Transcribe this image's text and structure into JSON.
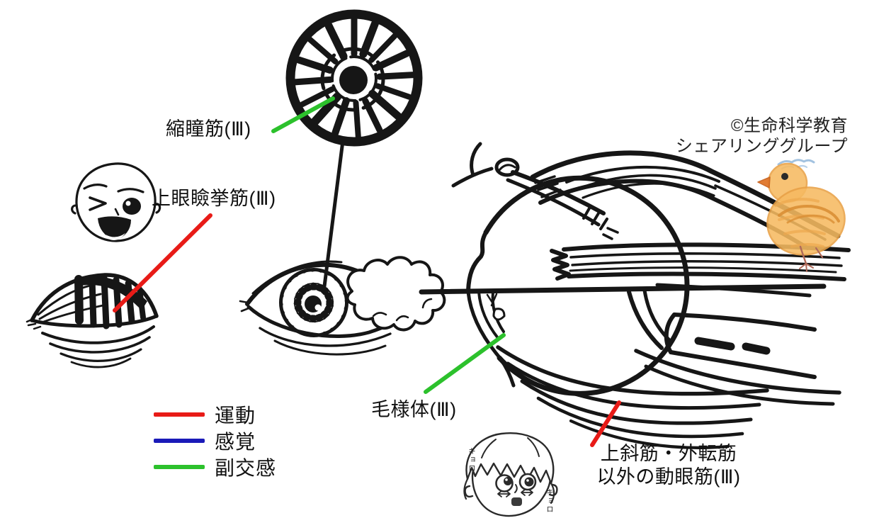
{
  "copyright": {
    "line1": "©生命科学教育",
    "line2": "シェアリンググループ"
  },
  "labels": {
    "pupillary_constrictor": "縮瞳筋(Ⅲ)",
    "levator_palpebrae": "上眼瞼挙筋(Ⅲ)",
    "ciliary_body": "毛様体(Ⅲ)",
    "oculomotor_others_line1": "上斜筋・外転筋",
    "oculomotor_others_line2": "以外の動眼筋(Ⅲ)",
    "kyoro_left": "キョロ",
    "kyoro_right": "キョロ"
  },
  "legend": {
    "items": [
      {
        "label": "運動",
        "color": "#e81b17"
      },
      {
        "label": "感覚",
        "color": "#1a1ab8"
      },
      {
        "label": "副交感",
        "color": "#2cc12c"
      }
    ]
  },
  "colors": {
    "ink": "#161616",
    "motor": "#e81b17",
    "sensory": "#1a1ab8",
    "parasympathetic": "#2cc12c",
    "chick_body": "#f6ba61",
    "chick_beak": "#e0762a"
  }
}
